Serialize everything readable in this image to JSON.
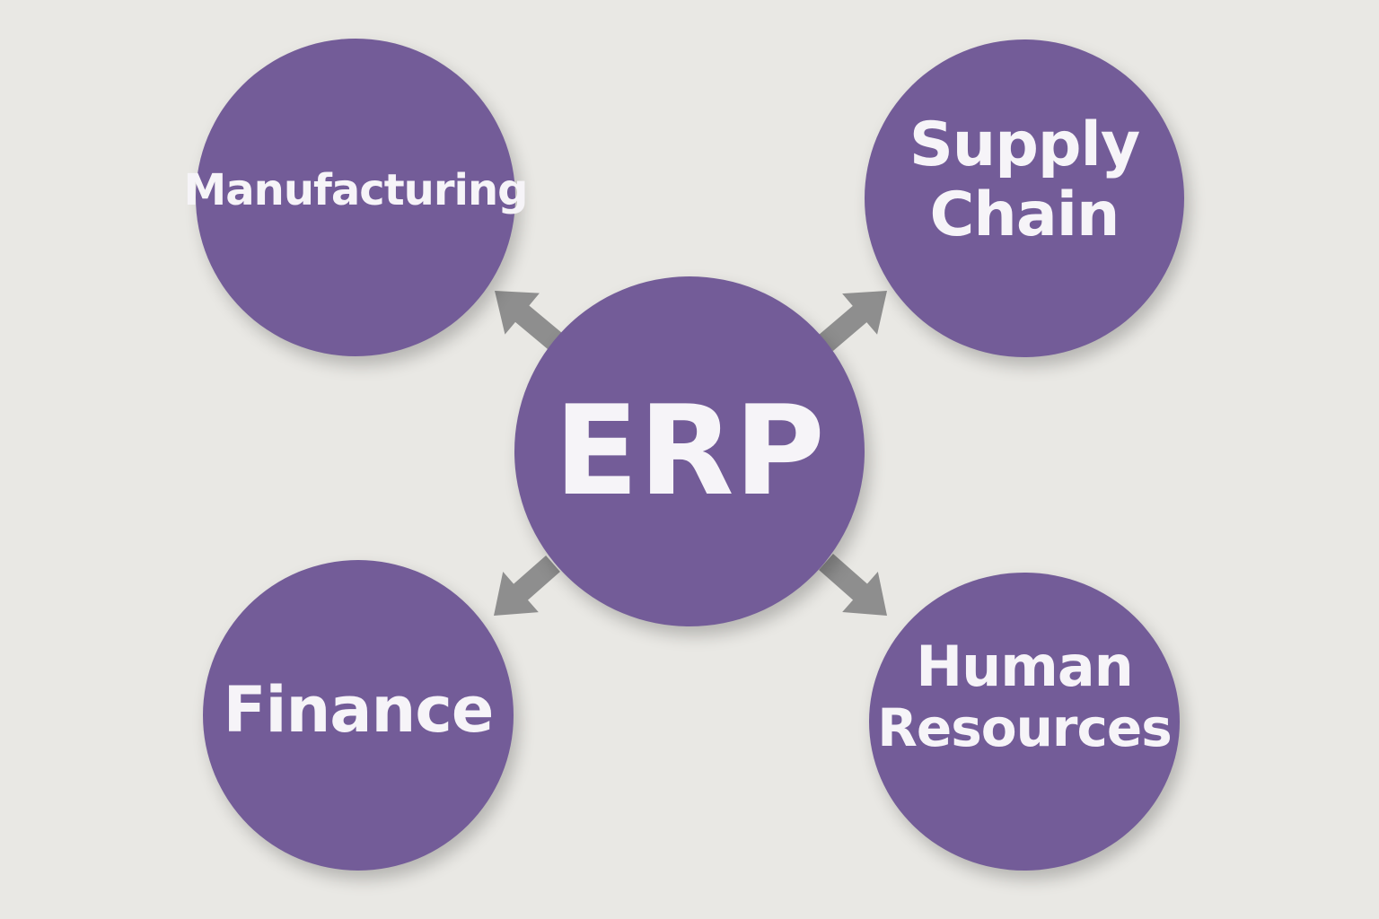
{
  "center": {
    "label": "ERP"
  },
  "modules": [
    {
      "id": "manufacturing",
      "lines": [
        "Manufacturing"
      ]
    },
    {
      "id": "supply-chain",
      "lines": [
        "Supply",
        "Chain"
      ]
    },
    {
      "id": "finance",
      "lines": [
        "Finance"
      ]
    },
    {
      "id": "human-resources",
      "lines": [
        "Human",
        "Resources"
      ]
    }
  ],
  "colors": {
    "node": "#735c98",
    "arrow": "#8e8e8e",
    "background": "#e9e8e4"
  }
}
